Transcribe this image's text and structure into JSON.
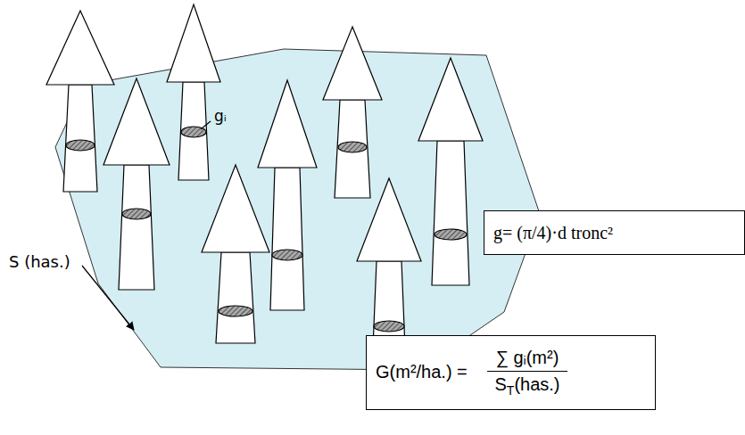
{
  "diagram": {
    "nodes": [
      {
        "text": [
          "g= (π/4)·d tronc²"
        ]
      },
      {
        "text": [
          "G(m²/ha.) =",
          "∑ gᵢ(m²)",
          "S",
          "T",
          "(has.)"
        ]
      }
    ],
    "labels": [
      "gᵢ",
      "S (has.)"
    ]
  }
}
